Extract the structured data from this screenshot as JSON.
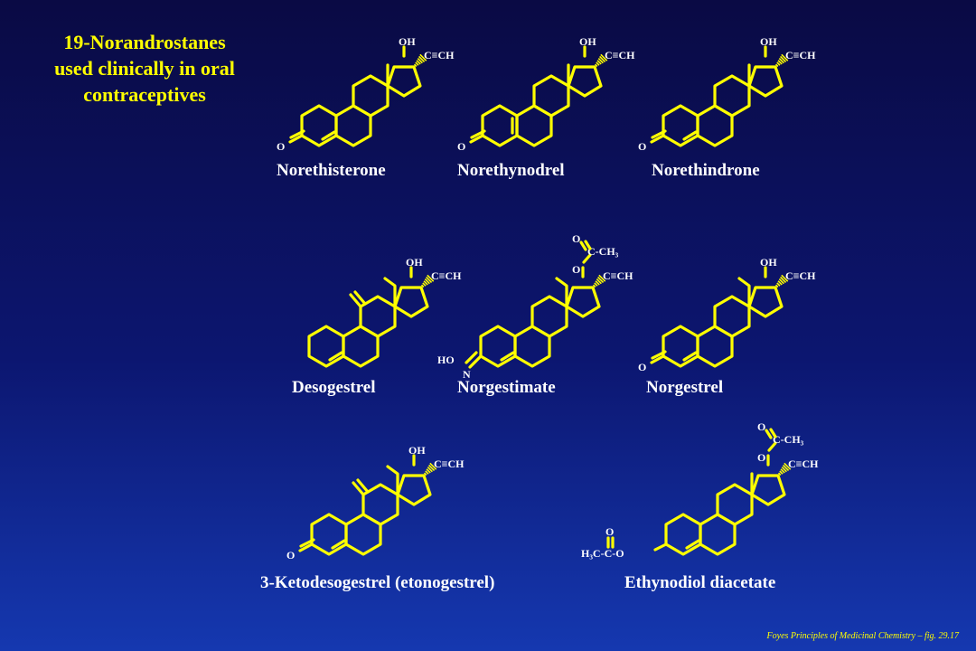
{
  "title": {
    "line1": "19-Norandrostanes",
    "line2": "used clinically in oral",
    "line3": "contraceptives"
  },
  "atom_labels": {
    "oh": "OH",
    "ethynyl": "C≡CH",
    "o": "O",
    "acetyl": "C-CH₃",
    "ho": "HO",
    "n": "N",
    "h3c_acetyl": "H₃C-C-O"
  },
  "compounds": [
    {
      "name": "Norethisterone"
    },
    {
      "name": "Norethynodrel"
    },
    {
      "name": "Norethindrone"
    },
    {
      "name": "Desogestrel"
    },
    {
      "name": "Norgestimate"
    },
    {
      "name": "Norgestrel"
    },
    {
      "name": "3-Ketodesogestrel (etonogestrel)"
    },
    {
      "name": "Ethynodiol diacetate"
    }
  ],
  "footer": "Foyes Principles of Medicinal Chemistry – fig. 29.17",
  "colors": {
    "bond": "#ffff00",
    "label": "#ffffff",
    "title": "#ffff00",
    "background": "#0c1670"
  }
}
